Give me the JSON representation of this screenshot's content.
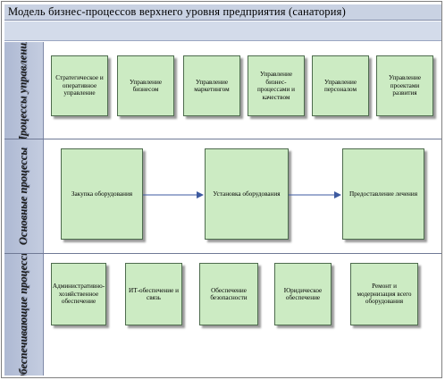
{
  "title": "Модель бизнес-процессов верхнего уровня предприятия  (санатория)",
  "lanes": [
    {
      "label": "Процессы управления",
      "boxes": [
        "Стратегическое и оперативное управление",
        "Управление бизнесом",
        "Управление маркетингом",
        "Управление бизнес-процессами и качеством",
        "Управление персоналом",
        "Управление проектами развития"
      ]
    },
    {
      "label": "Основные процессы",
      "boxes": [
        "Закупка оборудования",
        "Установка оборудования",
        "Предоставление лечения"
      ]
    },
    {
      "label": "Обеспечивающие процессы",
      "boxes": [
        "Административно-хозяйственное обеспечение",
        "ИТ-обеспечение и связь",
        "Обеспечение безопасности",
        "Юридическое обеспечение",
        "Ремонт и модернизация всего оборудования"
      ]
    }
  ]
}
